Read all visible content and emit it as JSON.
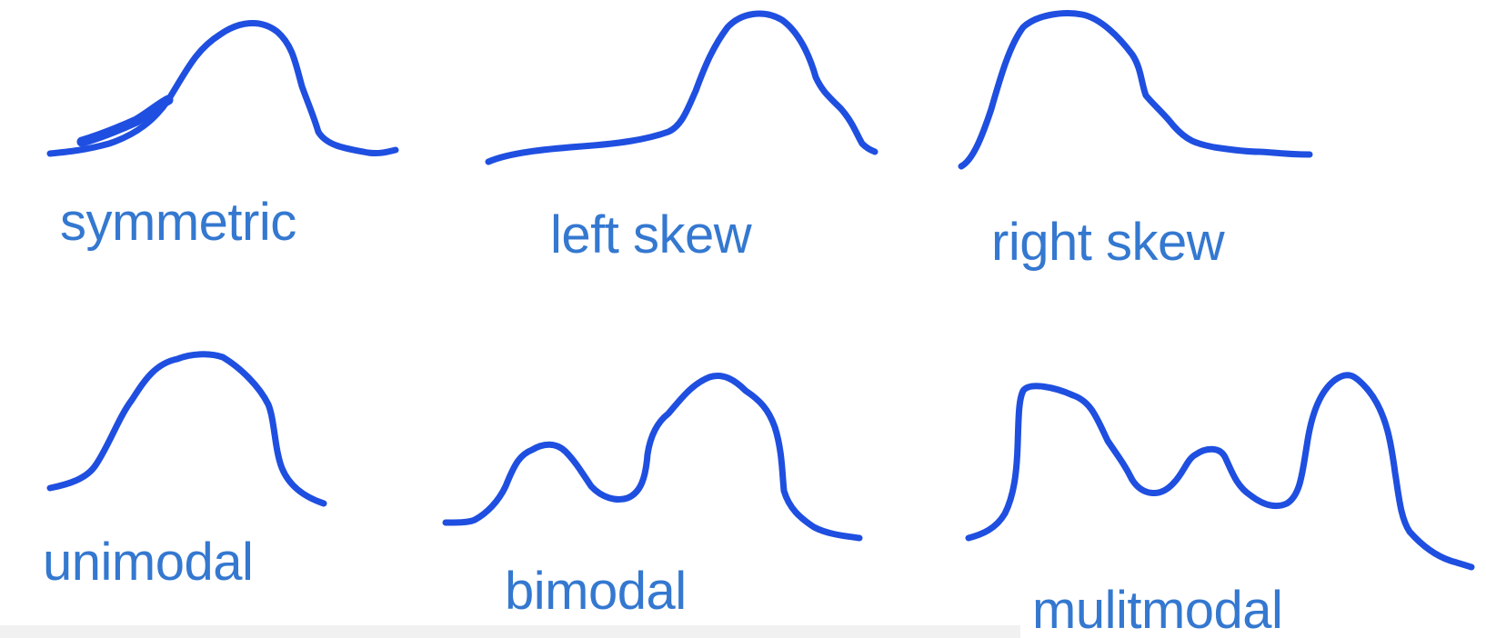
{
  "colors": {
    "curve": "#1f4fe0",
    "label": "#3478d0",
    "strip": "#f1f1f1"
  },
  "curves": [
    {
      "name": "symmetric",
      "label": "symmetric"
    },
    {
      "name": "left-skew",
      "label": "left skew"
    },
    {
      "name": "right-skew",
      "label": "right skew"
    },
    {
      "name": "unimodal",
      "label": "unimodal"
    },
    {
      "name": "bimodal",
      "label": "bimodal"
    },
    {
      "name": "multimodal",
      "label": "mulitmodal"
    }
  ]
}
